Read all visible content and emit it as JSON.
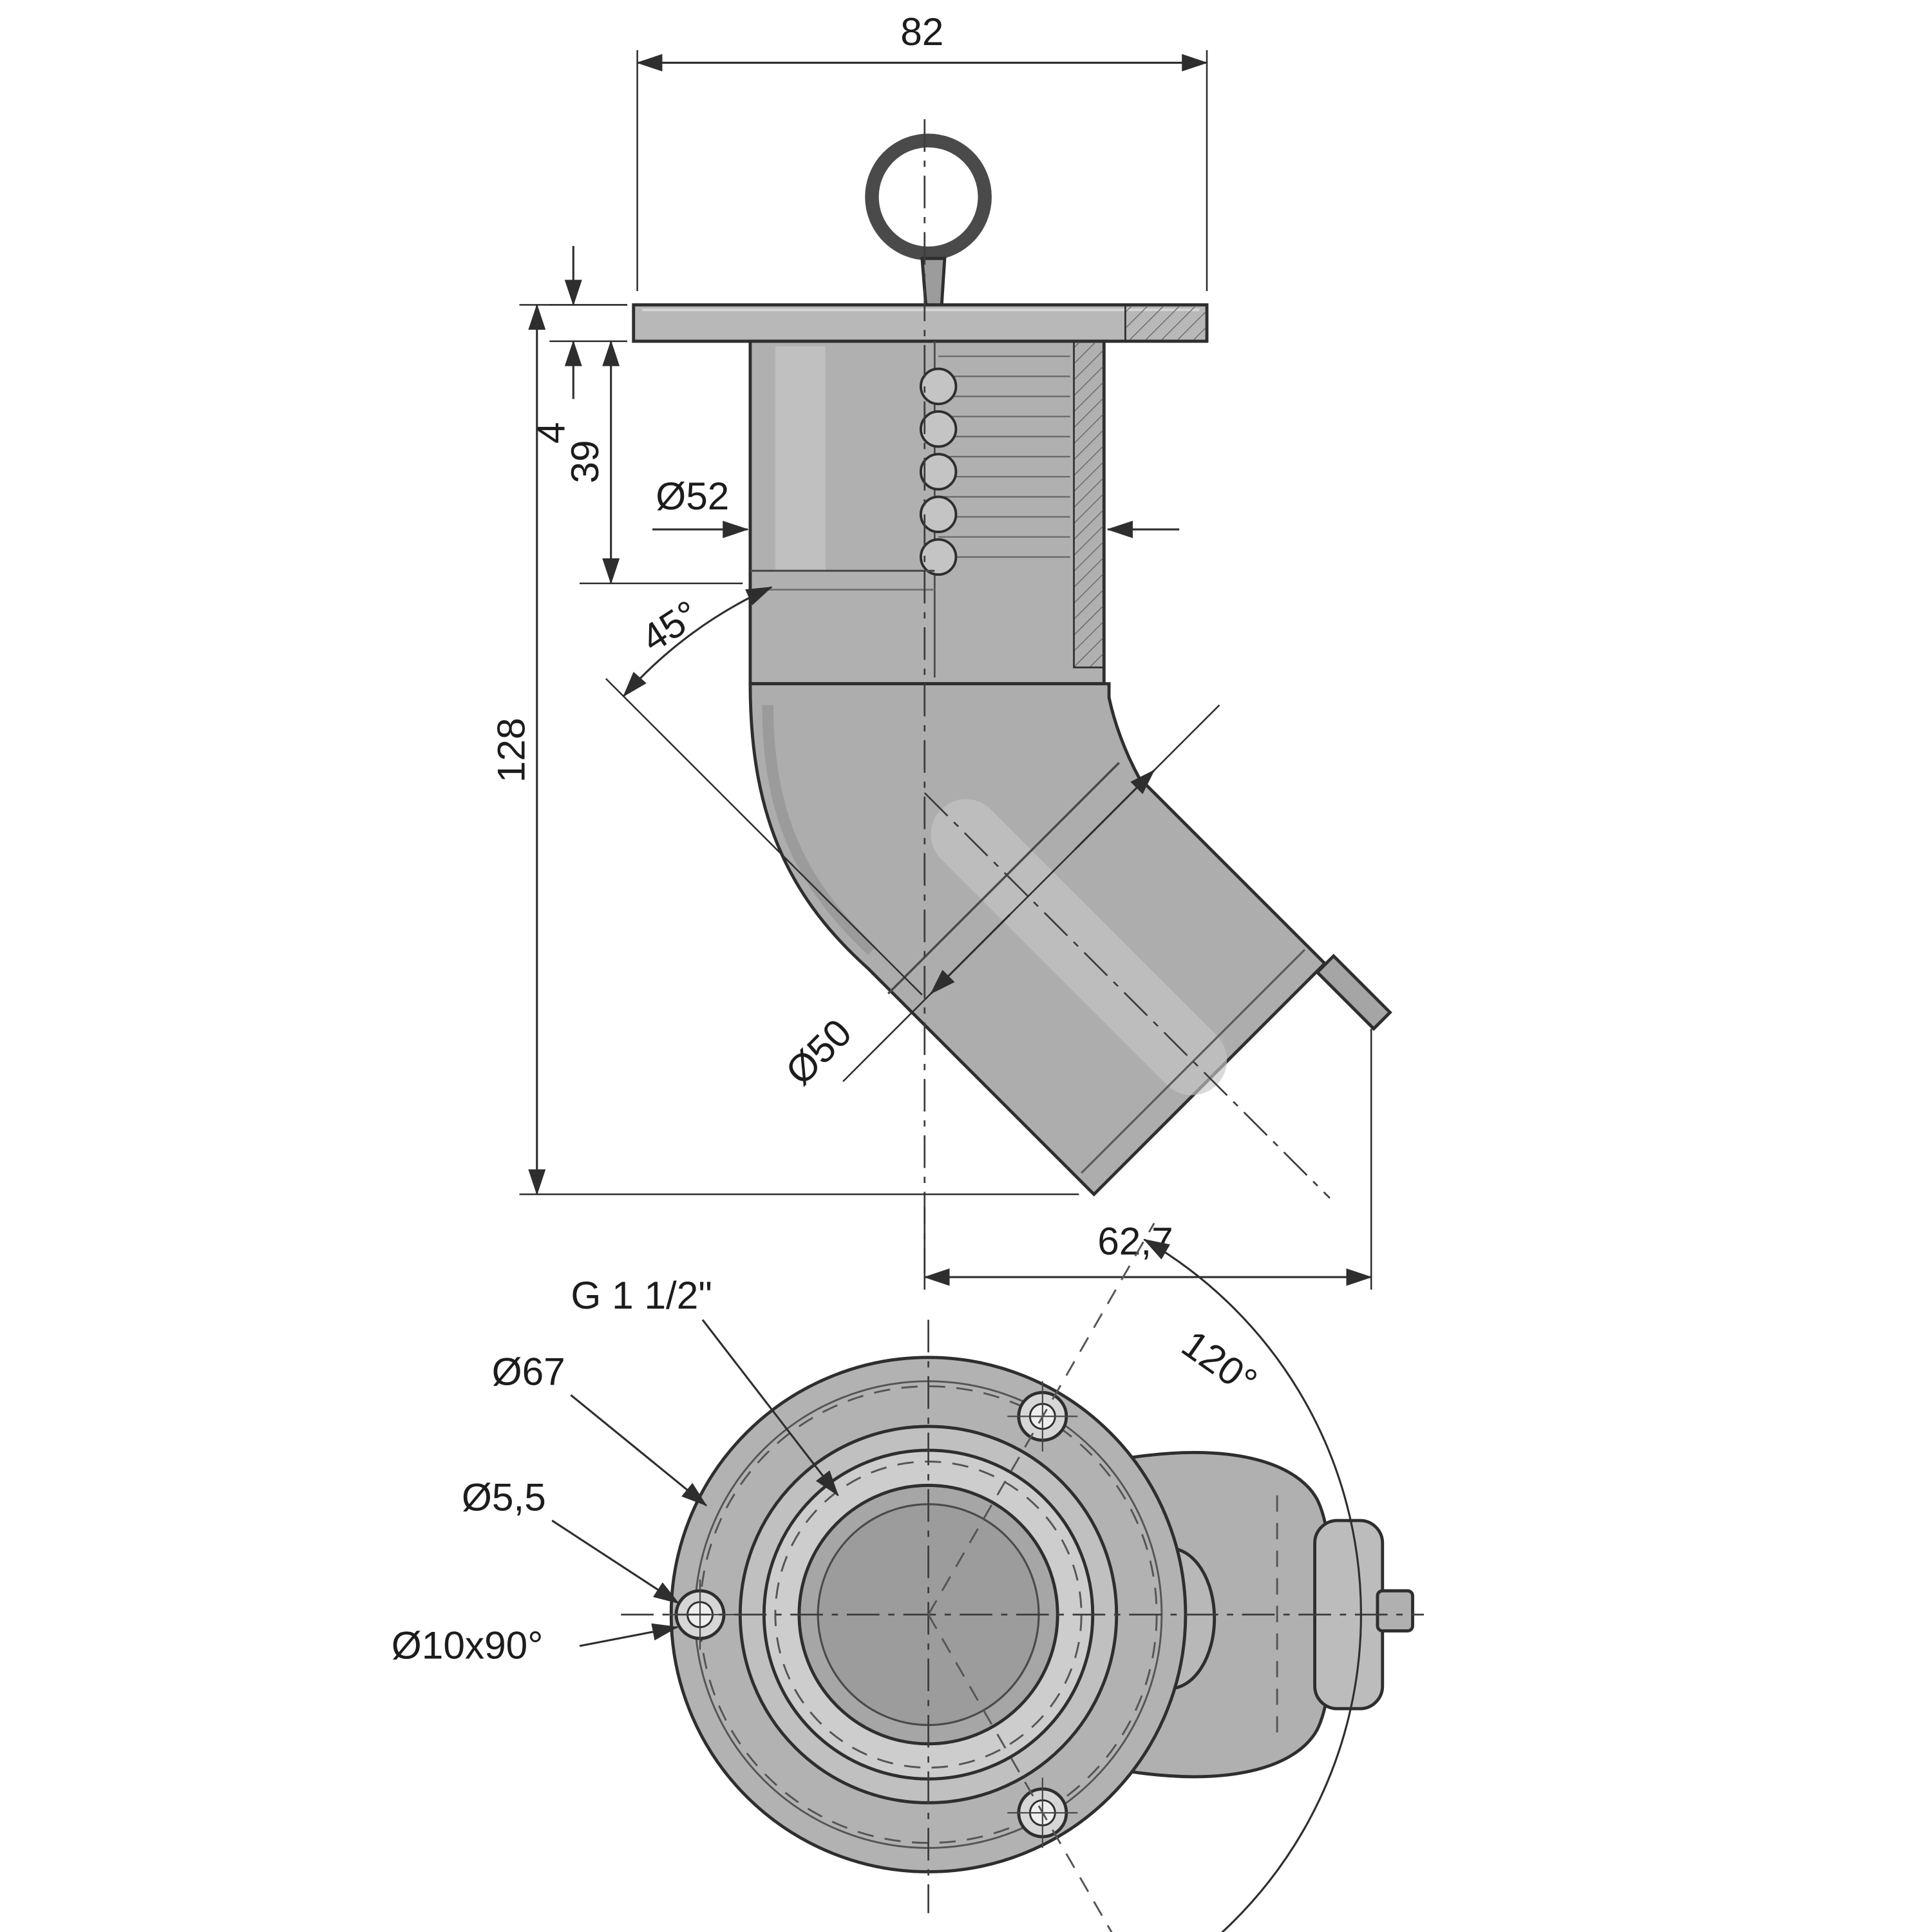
{
  "page": {
    "background": "#ffffff"
  },
  "drawing": {
    "type": "technical-dimension-drawing",
    "subject": "45-degree deck drain through-hull fitting",
    "views": {
      "side": {
        "dims": {
          "width_top": "82",
          "flange_thickness": "4",
          "thread_length": "39",
          "pipe_od": "Ø52",
          "bend_angle": "45°",
          "overall_height": "128",
          "outlet_od": "Ø50",
          "outlet_offset": "62,7"
        }
      },
      "bottom": {
        "dims": {
          "thread_spec": "G 1 1/2\"",
          "flange_od": "Ø67",
          "hole_diameter": "Ø5,5",
          "countersink": "Ø10x90°",
          "hole_spacing_angle": "120°"
        }
      }
    },
    "colors": {
      "line": "#2e2e2e",
      "body": "#b3b3b3",
      "body_light": "#c9c9c9",
      "body_dark": "#9a9a9a",
      "background": "#ffffff"
    }
  }
}
